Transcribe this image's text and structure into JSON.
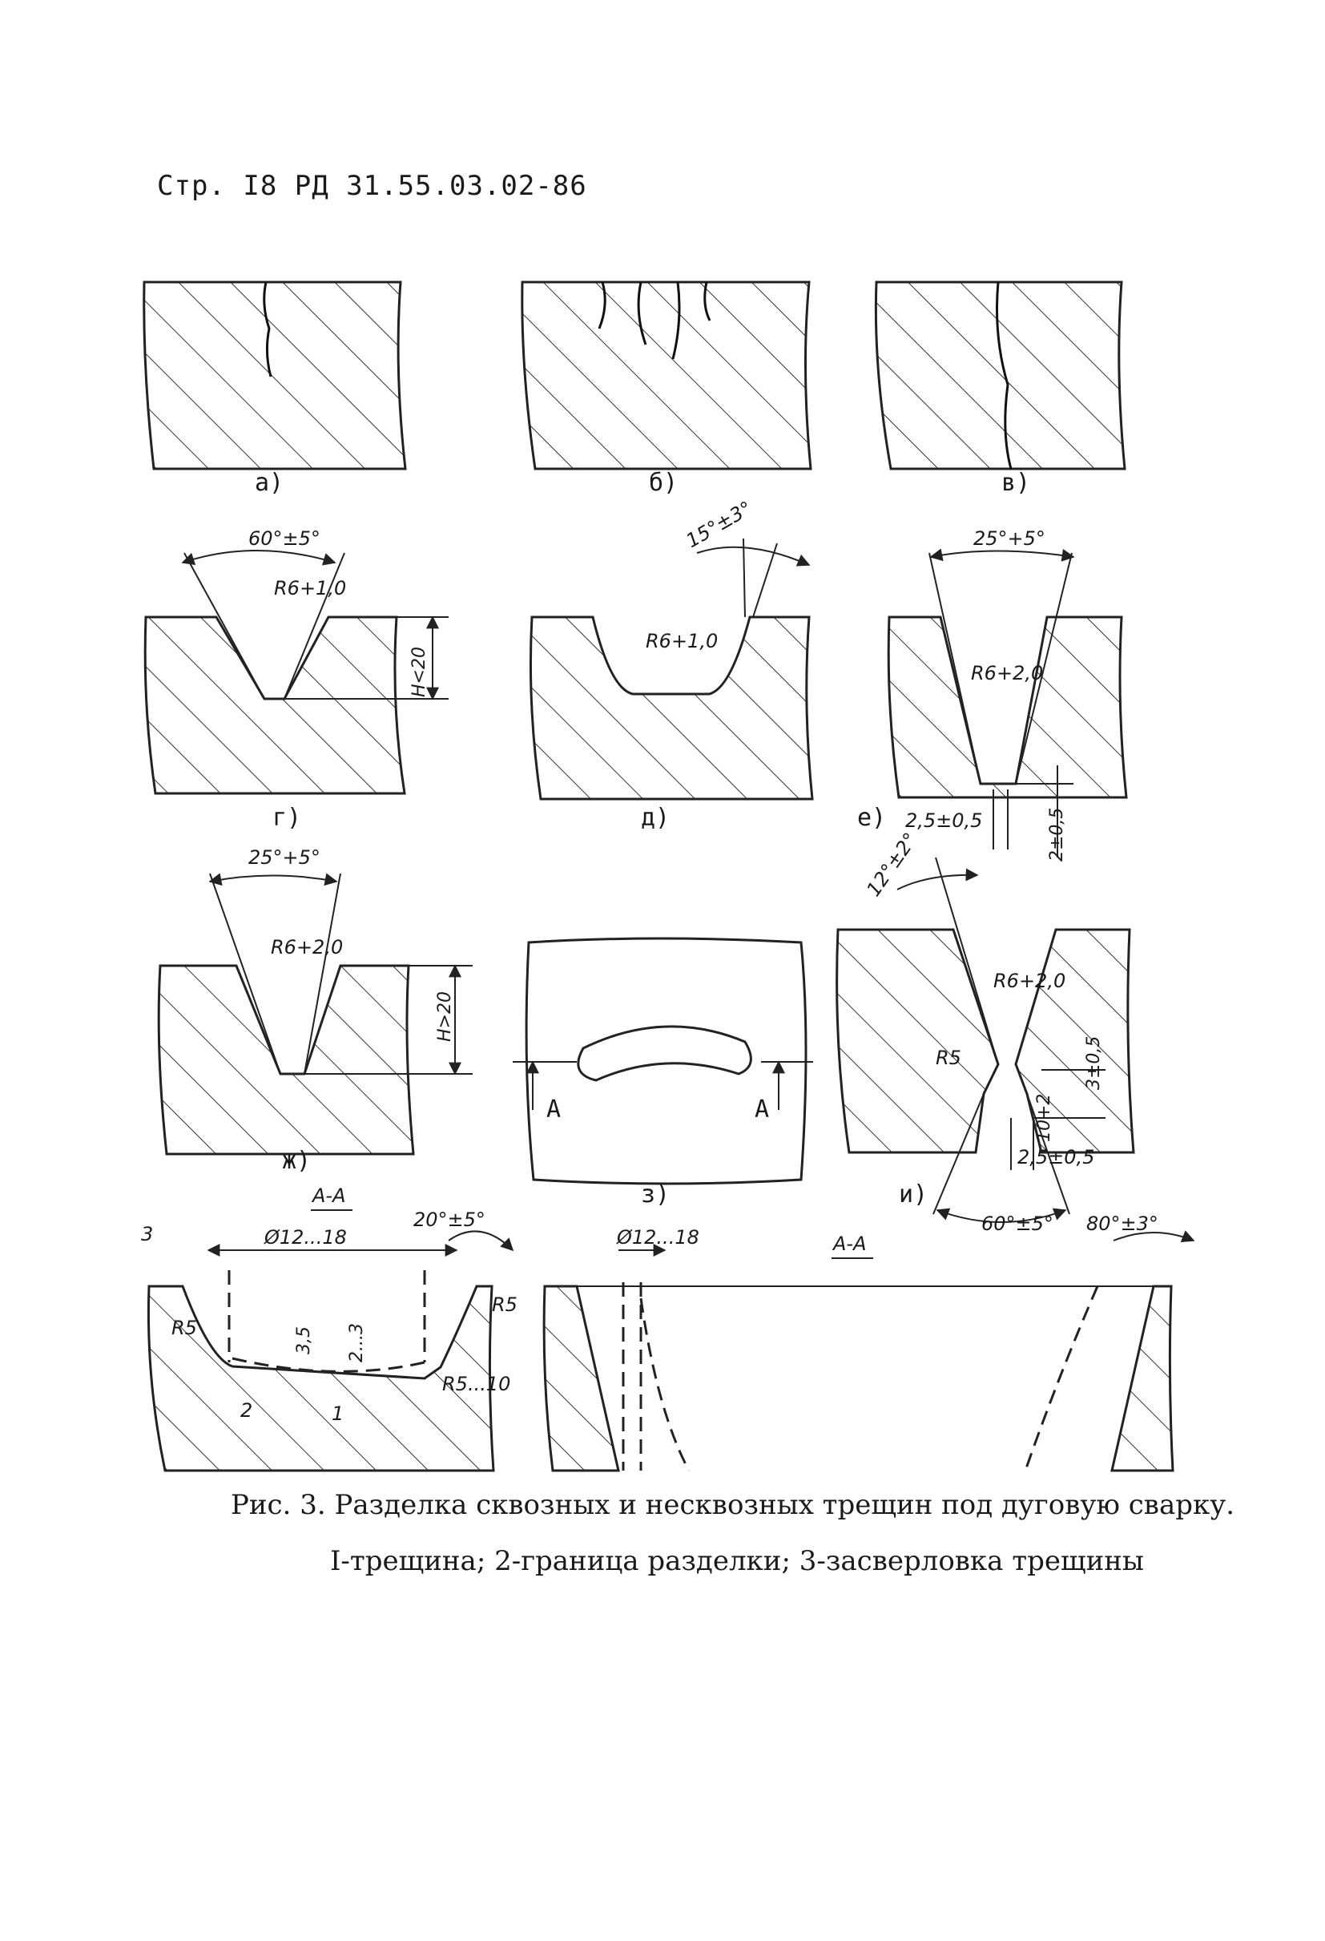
{
  "header": {
    "text": "Стр. I8  РД 31.55.03.02-86"
  },
  "panels": {
    "a": "а)",
    "b": "б)",
    "v": "в)",
    "g": "г)",
    "d": "д)",
    "e": "е)",
    "zh": "ж)",
    "z": "з)",
    "i": "и)"
  },
  "dimensions": {
    "g_angle": "60°±5°",
    "g_radius": "R6+1,0",
    "g_depth": "H<20",
    "d_angle": "15°±3°",
    "d_radius": "R6+1,0",
    "e_angle": "25°+5°",
    "e_radius": "R6+2,0",
    "e_gap": "2,5±0,5",
    "e_root": "2±0,5",
    "zh_angle": "25°+5°",
    "zh_radius": "R6+2,0",
    "zh_depth": "H>20",
    "z_section_left": "A",
    "z_section_right": "A",
    "i_angle_top": "12°±2°",
    "i_radius": "R6+2,0",
    "i_r5": "R5",
    "i_dim1": "3±0,5",
    "i_dim2": "10+2",
    "i_gap": "2,5±0,5",
    "i_angle_bottom": "60°±5°",
    "section_title_left": "А-А",
    "section_title_right": "А-А",
    "s1_diameter": "Ø12...18",
    "s1_angle": "20°±5°",
    "s1_callout3": "3",
    "s1_r5": "R5",
    "s1_dim_35": "3,5",
    "s1_dim_23": "2...3",
    "s1_r510": "R5...10",
    "s1_callout2": "2",
    "s1_callout1": "1",
    "s2_diameter": "Ø12...18",
    "s2_angle": "80°±3°",
    "s2_r5": "R5"
  },
  "caption": {
    "line1": "Рис. 3. Разделка сквозных и несквозных трещин под дуговую сварку.",
    "line2": "I-трещина; 2-граница разделки; 3-засверловка трещины"
  }
}
